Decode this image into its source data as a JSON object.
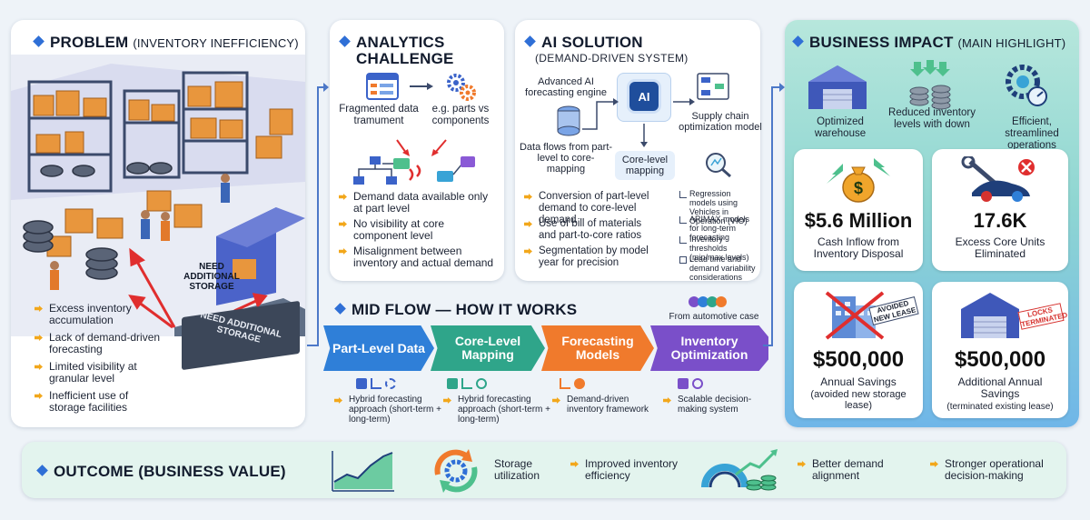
{
  "problem": {
    "title": "PROBLEM",
    "subtitle": "(INVENTORY INEFFICIENCY)",
    "storage_label_1": "NEED ADDITIONAL STORAGE",
    "storage_label_2": "NEED ADDITIONAL STORAGE",
    "bullets": [
      "Excess inventory accumulation",
      "Lack of demand-driven forecasting",
      "Limited visibility at granular level",
      "Inefficient use of storage facilities"
    ]
  },
  "analytics": {
    "title_1": "ANALYTICS",
    "title_2": "CHALLENGE",
    "fragmented_label": "Fragmented data tramument",
    "parts_label": "e.g. parts vs components",
    "bullets": [
      "Demand data available only at part level",
      "No visibility at core component level",
      "Misalignment between inventory and actual demand"
    ]
  },
  "ai": {
    "title": "AI SOLUTION",
    "subtitle": "(DEMAND-DRIVEN SYSTEM)",
    "engine_label": "Advanced AI forecasting engine",
    "ai_chip": "AI",
    "supply_label": "Supply chain optimization model",
    "dataflow_label": "Data flows from part-level to core-mapping",
    "core_label": "Core-level mapping",
    "bullets": [
      "Conversion of part-level demand to core-level demand",
      "Use of bill of materials and part-to-core ratios",
      "Segmentation by model year for precision"
    ],
    "side_notes": [
      "Regression models using Vehicles in Operation (VIO)",
      "ARIMAX models for long-term forecasting",
      "Inventory thresholds (min/max levels)",
      "Lead time and demand variability considerations"
    ]
  },
  "midflow": {
    "title": "MID FLOW — HOW IT WORKS",
    "note": "From automotive case",
    "steps": [
      {
        "label": "Part-Level Data",
        "desc": "Hybrid forecasting approach (short-term + long-term)",
        "color": "#2f7fd8"
      },
      {
        "label": "Core-Level Mapping",
        "desc": "Hybrid forecasting approach (short-term + long-term)",
        "color": "#2fa58a"
      },
      {
        "label": "Forecasting Models",
        "desc": "Demand-driven inventory framework",
        "color": "#f07a2c"
      },
      {
        "label": "Inventory Optimization",
        "desc": "Scalable decision-making system",
        "color": "#7a4fc9"
      }
    ]
  },
  "impact": {
    "title": "BUSINESS IMPACT",
    "subtitle": "(MAIN HIGHLIGHT)",
    "icons": [
      "Optimized warehouse",
      "Reduced inventory levels with down",
      "Efficient, streamlined operations"
    ],
    "cards": [
      {
        "value": "$5.6 Million",
        "label": "Cash Inflow from Inventory Disposal",
        "note": ""
      },
      {
        "value": "17.6K",
        "label": "Excess Core Units Eliminated",
        "note": ""
      },
      {
        "value": "$500,000",
        "label": "Annual Savings",
        "note": "(avoided new storage lease)",
        "stamp": "AVOIDED NEW LEASE"
      },
      {
        "value": "$500,000",
        "label": "Additional Annual Savings",
        "note": "(terminated existing lease)",
        "stamp": "LOCKS TERMINATED"
      }
    ]
  },
  "outcome": {
    "title": "OUTCOME (BUSINESS VALUE)",
    "items": [
      "Storage utilization",
      "Improved inventory efficiency",
      "Better demand alignment",
      "Stronger operational decision-making"
    ]
  },
  "colors": {
    "accent": "#2f6fd6",
    "bullet": "#f2a71b",
    "impact_bg": "#7fd6c0"
  }
}
